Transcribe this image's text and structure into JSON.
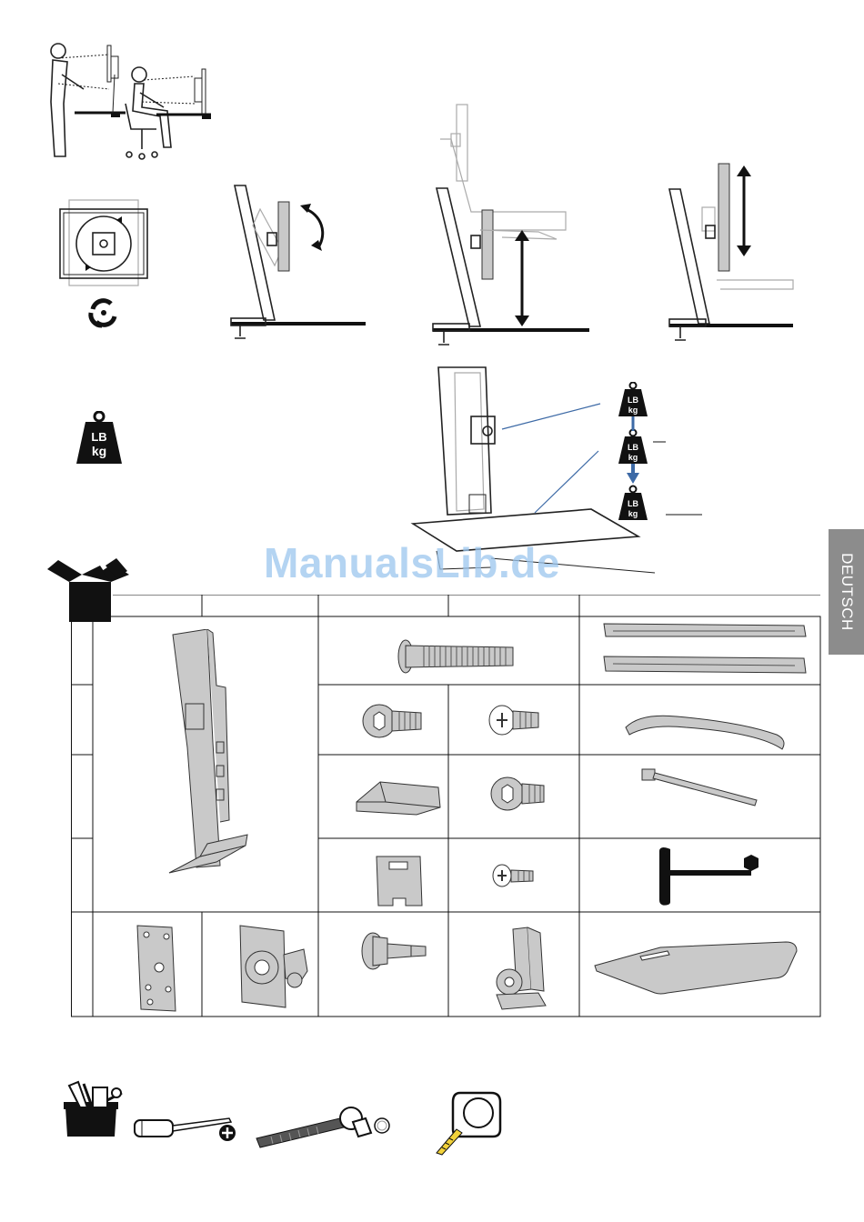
{
  "side_tab": {
    "label": "DEUTSCH"
  },
  "watermark": {
    "text": "ManualsLib.de"
  },
  "weight_icon": {
    "line1": "LB",
    "line2": "kg"
  },
  "colors": {
    "arrow_blue": "#3d6aa6",
    "tab_gray": "#8c8c8c",
    "part_gray": "#c9c9c9"
  },
  "icons": [
    "ergonomic-posture-icon",
    "rotation-icon",
    "tilt-diagram",
    "height-adjust-diagram",
    "weight-icon",
    "box-contents-icon",
    "toolbox-icon",
    "phillips-screwdriver-icon",
    "socket-wrench-icon",
    "tape-measure-icon"
  ]
}
